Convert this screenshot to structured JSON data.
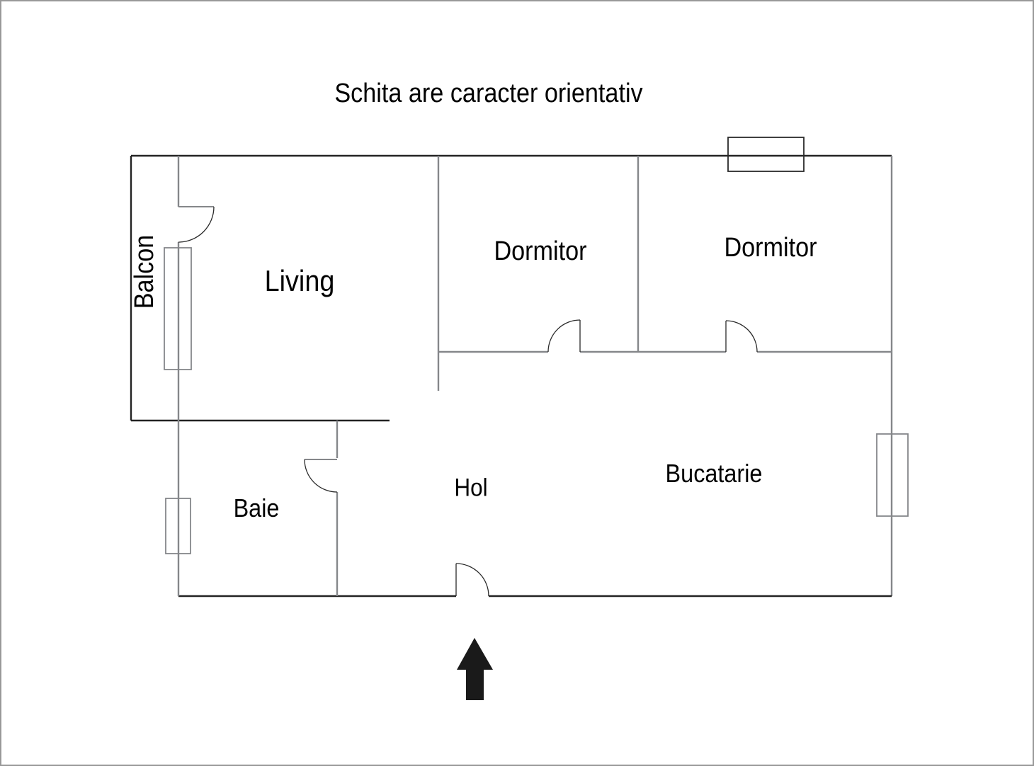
{
  "title": "Schita are caracter orientativ",
  "rooms": {
    "balcon": "Balcon",
    "living": "Living",
    "dormitor_stanga": "Dormitor",
    "dormitor_dreapta": "Dormitor",
    "baie": "Baie",
    "hol": "Hol",
    "bucatarie": "Bucatarie"
  },
  "colors": {
    "background": "#ffffff",
    "frame_border": "#999999",
    "wall_outer": "#232323",
    "wall_interior": "#85878a",
    "window": "#85878a",
    "window_top": "#2a2a2a",
    "door": "#2a2a2a",
    "door_leaf_gray": "#85878a",
    "arrow": "#1a1a1a",
    "text": "#000000"
  }
}
